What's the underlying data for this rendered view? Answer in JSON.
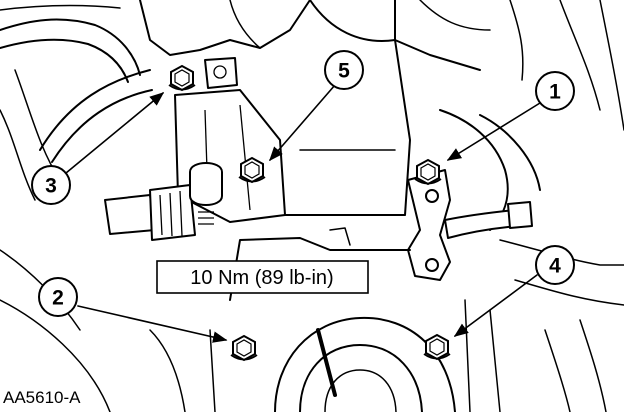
{
  "figure": {
    "figure_id": "AA5610-A",
    "torque_spec": "10 Nm (89 lb-in)",
    "callouts": [
      {
        "number": "1"
      },
      {
        "number": "2"
      },
      {
        "number": "3"
      },
      {
        "number": "4"
      },
      {
        "number": "5"
      }
    ]
  }
}
